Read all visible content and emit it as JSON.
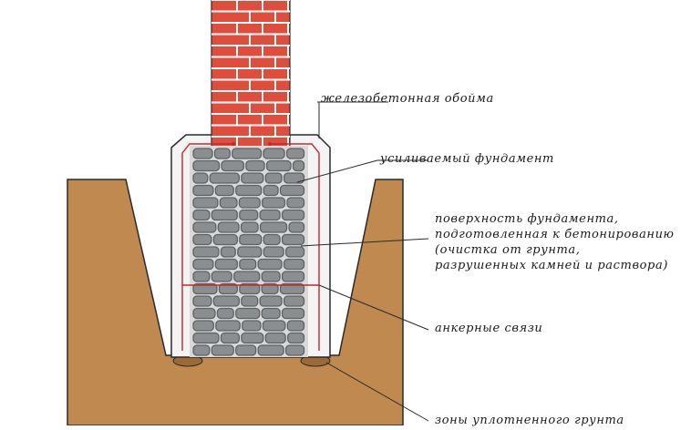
{
  "labels": {
    "jacket": "железобетонная обойма",
    "foundation": "усиливаемый фундамент",
    "surface": [
      "поверхность фундамента,",
      "подготовленная к бетонированию",
      "(очистка от грунта,",
      "разрушенных камней и раствора)"
    ],
    "anchors": "анкерные связи",
    "zones": "зоны уплотненного грунта"
  },
  "colors": {
    "soil": "#c0894f",
    "soil_dark": "#9c6a35",
    "brick": "#df4e3c",
    "brick_mortar": "#ffffff",
    "stone": "#8b8e90",
    "stone_dark": "#5e6163",
    "concrete": "#f4f4f4",
    "rebar": "#c62828",
    "outline": "#2a2a2a"
  }
}
